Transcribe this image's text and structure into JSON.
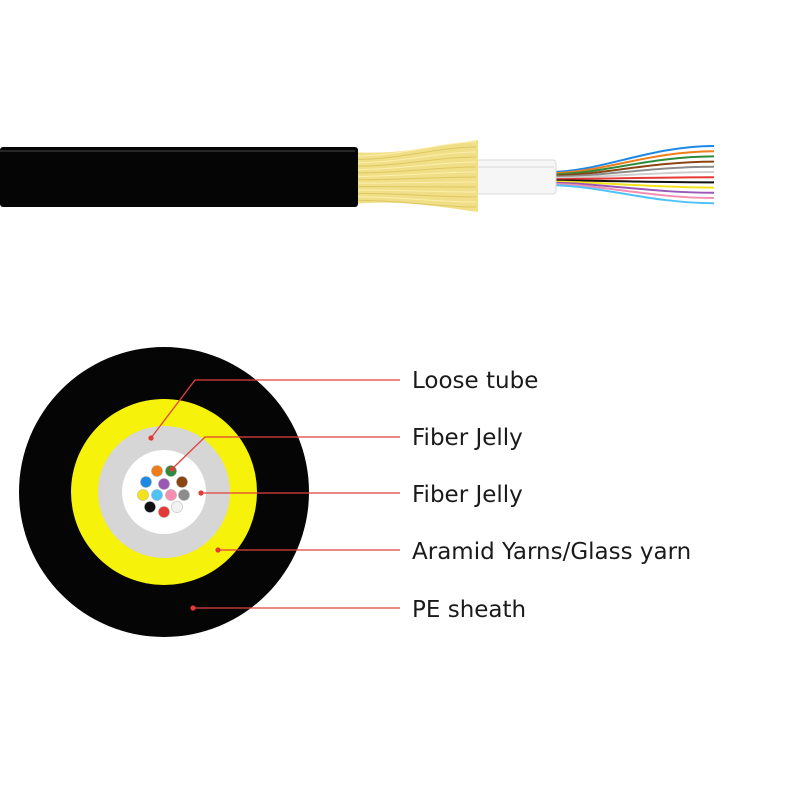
{
  "callouts": [
    {
      "label": "Loose tube"
    },
    {
      "label": "Fiber Jelly"
    },
    {
      "label": "Fiber Jelly"
    },
    {
      "label": "Aramid Yarns/Glass yarn"
    },
    {
      "label": "PE sheath"
    }
  ],
  "colors": {
    "sheath": "#050505",
    "aramid": "#f7f20a",
    "loose_tube": "#d6d6d6",
    "jelly": "#ffffff",
    "kevlar_strands": "#f0df86",
    "callout_line": "#e0403c",
    "callout_dot": "#e53935",
    "fibers": [
      "#1e88e5",
      "#ef7d1a",
      "#2e8b3c",
      "#8b4513",
      "#8c8c8c",
      "#f2f2f2",
      "#e53935",
      "#111111",
      "#f5e31a",
      "#9b59b6",
      "#f48fb1",
      "#4fc3f7"
    ]
  }
}
